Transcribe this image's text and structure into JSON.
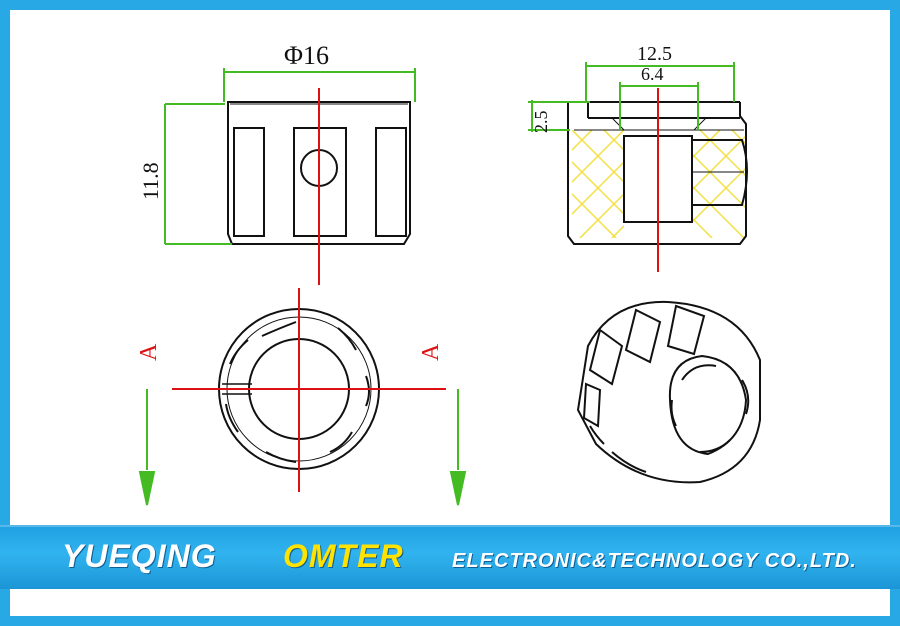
{
  "drawing": {
    "front_view": {
      "diameter_label": "Φ16",
      "height_label": "11.8"
    },
    "section_view": {
      "outer_width_label": "12.5",
      "bore_label": "6.4",
      "step_label": "2.5"
    },
    "top_view": {
      "section_mark_left": "A",
      "section_mark_right": "A"
    }
  },
  "colors": {
    "outline": "#111111",
    "dimension": "#44bb22",
    "centerline": "#dd1111",
    "hatch": "#f0e040",
    "frame": "#29a8e6"
  },
  "footer": {
    "brand_primary": "YUEQING",
    "brand_secondary": "OMTER",
    "tagline": "ELECTRONIC&TECHNOLOGY  CO.,LTD."
  }
}
